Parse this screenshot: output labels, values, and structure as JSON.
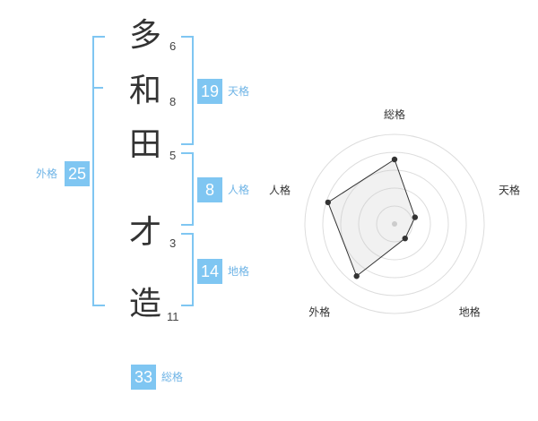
{
  "name": {
    "chars": [
      {
        "char": "多",
        "strokes": "6"
      },
      {
        "char": "和",
        "strokes": "8"
      },
      {
        "char": "田",
        "strokes": "5"
      },
      {
        "char": "才",
        "strokes": "3"
      },
      {
        "char": "造",
        "strokes": "11"
      }
    ]
  },
  "kaku": {
    "tenkaku": {
      "value": "19",
      "label": "天格"
    },
    "jinkaku": {
      "value": "8",
      "label": "人格"
    },
    "chikaku": {
      "value": "14",
      "label": "地格"
    },
    "gaikaku": {
      "value": "25",
      "label": "外格"
    },
    "soukaku": {
      "value": "33",
      "label": "総格"
    }
  },
  "colors": {
    "accent": "#7fc6f2",
    "grid": "#dddddd",
    "fill": "#f2f2f2"
  },
  "chart_data": {
    "type": "radar",
    "axes": [
      "総格",
      "天格",
      "地格",
      "外格",
      "人格"
    ],
    "values": [
      3.6,
      1.2,
      1.0,
      3.6,
      3.9
    ],
    "range": [
      0,
      5
    ]
  }
}
